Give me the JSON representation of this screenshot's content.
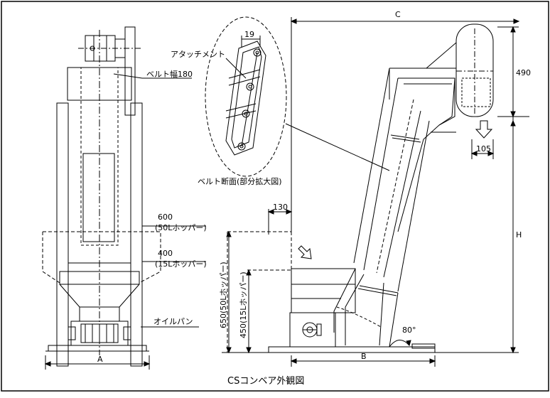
{
  "caption": "CSコンベア外観図",
  "front_view": {
    "dim_width": "A",
    "belt_width": "ベルト幅180",
    "hopper_600": "600",
    "hopper_600_note": "(50Lホッパー)",
    "hopper_400": "400",
    "hopper_400_note": "(15Lホッパー)",
    "oil_pan": "オイルパン"
  },
  "belt_detail": {
    "attachment": "アタッチメント",
    "pitch": "19",
    "title": "ベルト断面(部分拡大図)"
  },
  "side_view": {
    "dim_c": "C",
    "dim_490": "490",
    "dim_105": "105",
    "dim_130": "130",
    "dim_h": "H",
    "dim_b": "B",
    "dim_650": "650(50Lホッパー)",
    "dim_450": "450(15Lホッパー)",
    "angle": "80°"
  }
}
